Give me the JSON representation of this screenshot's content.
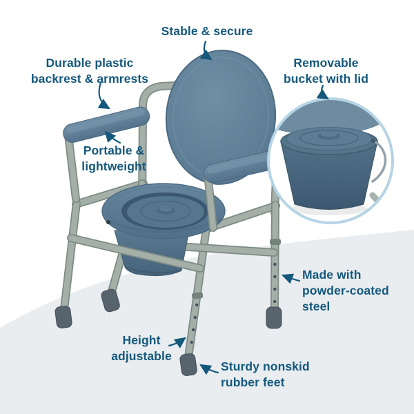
{
  "meta": {
    "title": "Folding bedside commode – feature overview"
  },
  "labels": {
    "stable_secure": "Stable & secure",
    "backrest_armrests": "Durable plastic\nbackrest & armrests",
    "removable_bucket": "Removable\nbucket with lid",
    "portable_lightweight": "Portable &\nlightweight",
    "powder_coated_steel": "Made with\npowder-coated\nsteel",
    "height_adjustable": "Height\nadjustable",
    "nonskid_feet": "Sturdy nonskid\nrubber feet"
  },
  "colors": {
    "label_text": "#14587c",
    "arrow": "#14587c",
    "plastic": "#5e7e95",
    "plastic_light": "#6f8fa5",
    "plastic_dark": "#47657d",
    "frame_tube": "#a3afa7",
    "frame_tube_shadow": "#7d8b85",
    "rubber_foot": "#57646d",
    "background_swoosh": "#e9edf0",
    "inset_ring": "#b5d4e5",
    "canvas": "#ffffff"
  },
  "icons": {
    "inset_zoom": "magnifier-detail-circle",
    "arrows": "curved-pointer-arrow"
  }
}
